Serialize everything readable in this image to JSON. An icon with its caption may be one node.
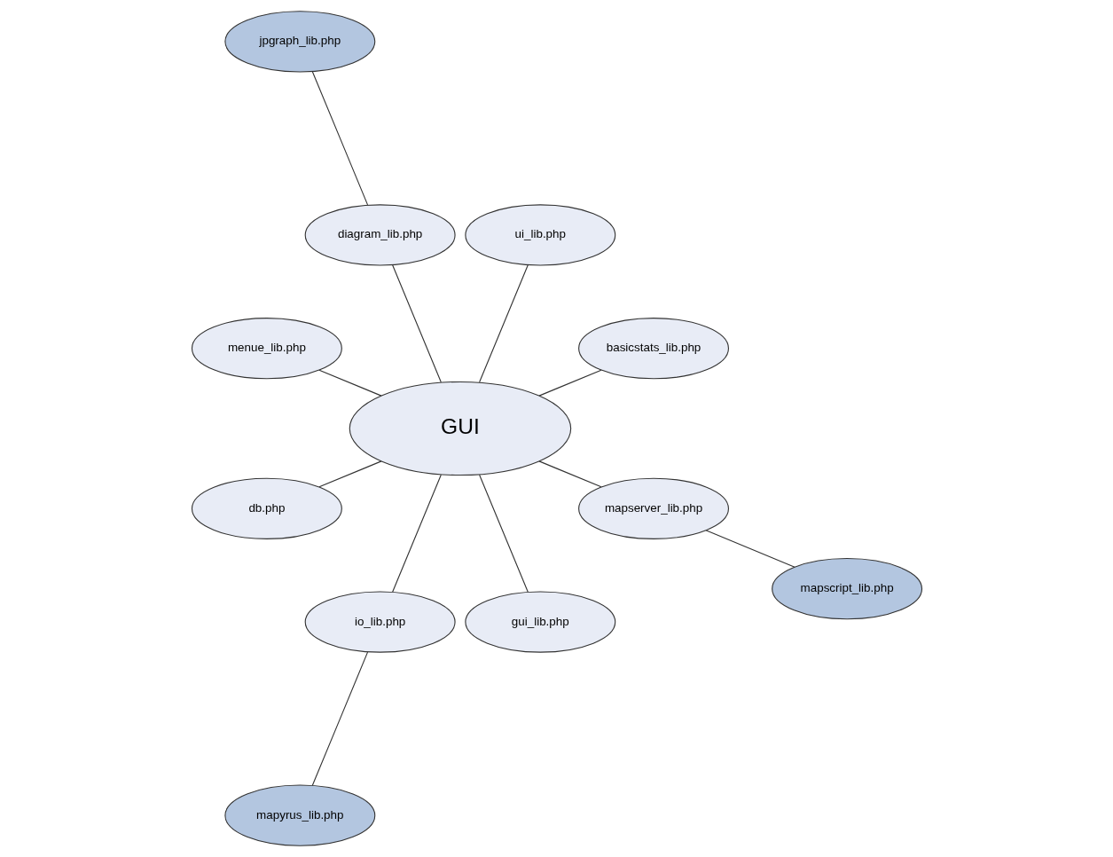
{
  "diagram": {
    "nodes": [
      {
        "text": [
          "jpgraph_lib.php"
        ]
      },
      {
        "text": [
          "basicstats_lib.php"
        ]
      },
      {
        "text": [
          "ui_lib.php"
        ]
      },
      {
        "text": [
          "diagram_lib.php"
        ]
      },
      {
        "text": [
          "menue_lib.php"
        ]
      },
      {
        "text": [
          "GUI"
        ]
      },
      {
        "text": [
          "db.php"
        ]
      },
      {
        "text": [
          "io_lib.php"
        ]
      },
      {
        "text": [
          "gui_lib.php"
        ]
      },
      {
        "text": [
          "mapserver_lib.php"
        ]
      },
      {
        "text": [
          "mapyrus_lib.php"
        ]
      },
      {
        "text": [
          "mapscript_lib.php"
        ]
      }
    ],
    "edges": [
      {
        "from": 5,
        "to": 1,
        "arrow": "none"
      },
      {
        "from": 5,
        "to": 2,
        "arrow": "none"
      },
      {
        "from": 5,
        "to": 3,
        "arrow": "none"
      },
      {
        "from": 3,
        "to": 0,
        "arrow": "none"
      },
      {
        "from": 5,
        "to": 4,
        "arrow": "none"
      },
      {
        "from": 5,
        "to": 6,
        "arrow": "none"
      },
      {
        "from": 5,
        "to": 7,
        "arrow": "none"
      },
      {
        "from": 7,
        "to": 10,
        "arrow": "none"
      },
      {
        "from": 5,
        "to": 8,
        "arrow": "none"
      },
      {
        "from": 5,
        "to": 9,
        "arrow": "none"
      },
      {
        "from": 9,
        "to": 11,
        "arrow": "none"
      }
    ]
  }
}
